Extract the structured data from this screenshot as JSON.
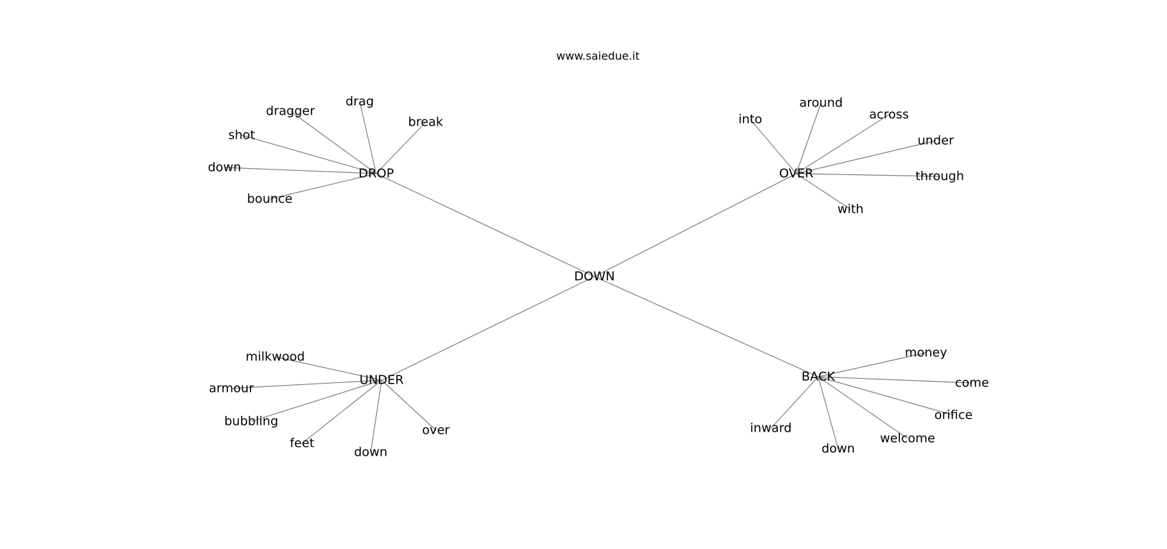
{
  "header": {
    "site": "www.saiedue.it"
  },
  "graph": {
    "center": "DOWN",
    "hubs": [
      {
        "id": "drop",
        "label": "DROP",
        "leaves": [
          "dragger",
          "drag",
          "break",
          "shot",
          "down",
          "bounce"
        ]
      },
      {
        "id": "over",
        "label": "OVER",
        "leaves": [
          "into",
          "around",
          "across",
          "under",
          "through",
          "with"
        ]
      },
      {
        "id": "under",
        "label": "UNDER",
        "leaves": [
          "milkwood",
          "armour",
          "bubbling",
          "feet",
          "down",
          "over"
        ]
      },
      {
        "id": "back",
        "label": "BACK",
        "leaves": [
          "money",
          "come",
          "orifice",
          "welcome",
          "down",
          "inward"
        ]
      }
    ]
  },
  "style": {
    "edge_color": "#7f7f7f",
    "text_color": "#000000",
    "background": "#ffffff"
  }
}
